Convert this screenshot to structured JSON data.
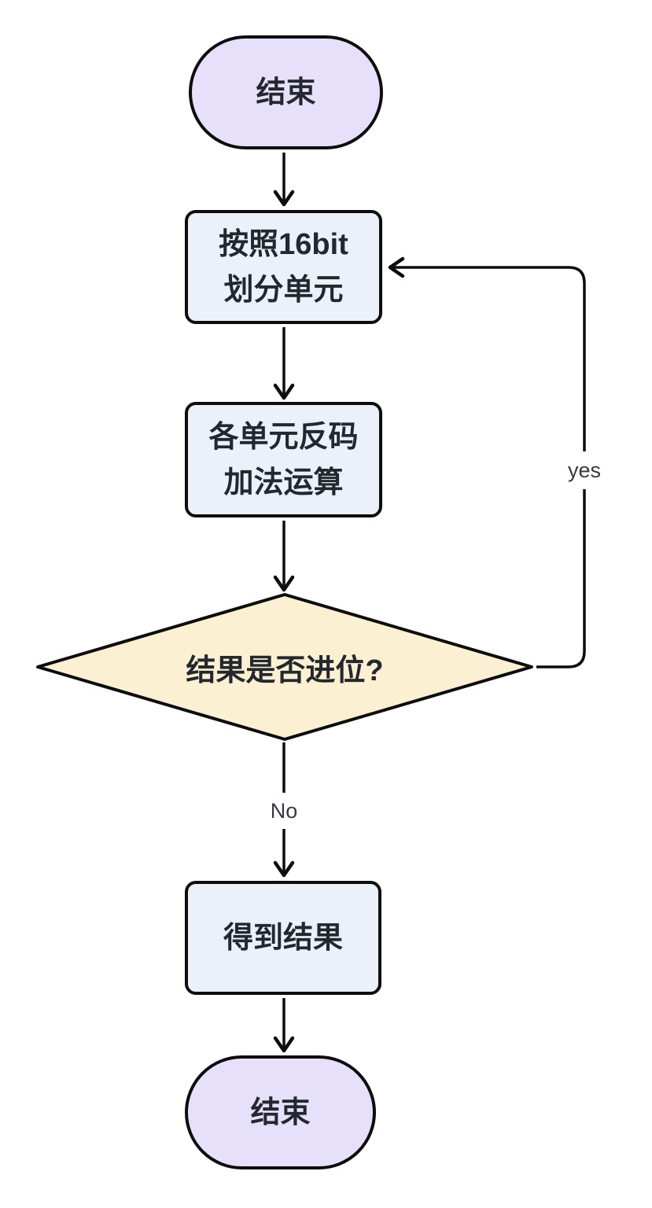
{
  "flowchart": {
    "nodes": {
      "start": {
        "shape": "stadium",
        "label": "结束"
      },
      "step_split": {
        "shape": "process",
        "line1": "按照16bit",
        "line2": "划分单元"
      },
      "step_add": {
        "shape": "process",
        "line1": "各单元反码",
        "line2": "加法运算"
      },
      "decision_carry": {
        "shape": "diamond",
        "label": "结果是否进位?"
      },
      "step_result": {
        "shape": "process",
        "label": "得到结果"
      },
      "end": {
        "shape": "stadium",
        "label": "结束"
      }
    },
    "edge_labels": {
      "yes": "yes",
      "no": "No"
    },
    "colors": {
      "background": "#ffffff",
      "terminal_fill": "#e7e0fa",
      "process_fill": "#ecf1f9",
      "decision_fill": "#fbf0d2",
      "stroke": "#0d0d0d",
      "node_text": "#23272e",
      "edge_label_text": "#333a45"
    }
  }
}
